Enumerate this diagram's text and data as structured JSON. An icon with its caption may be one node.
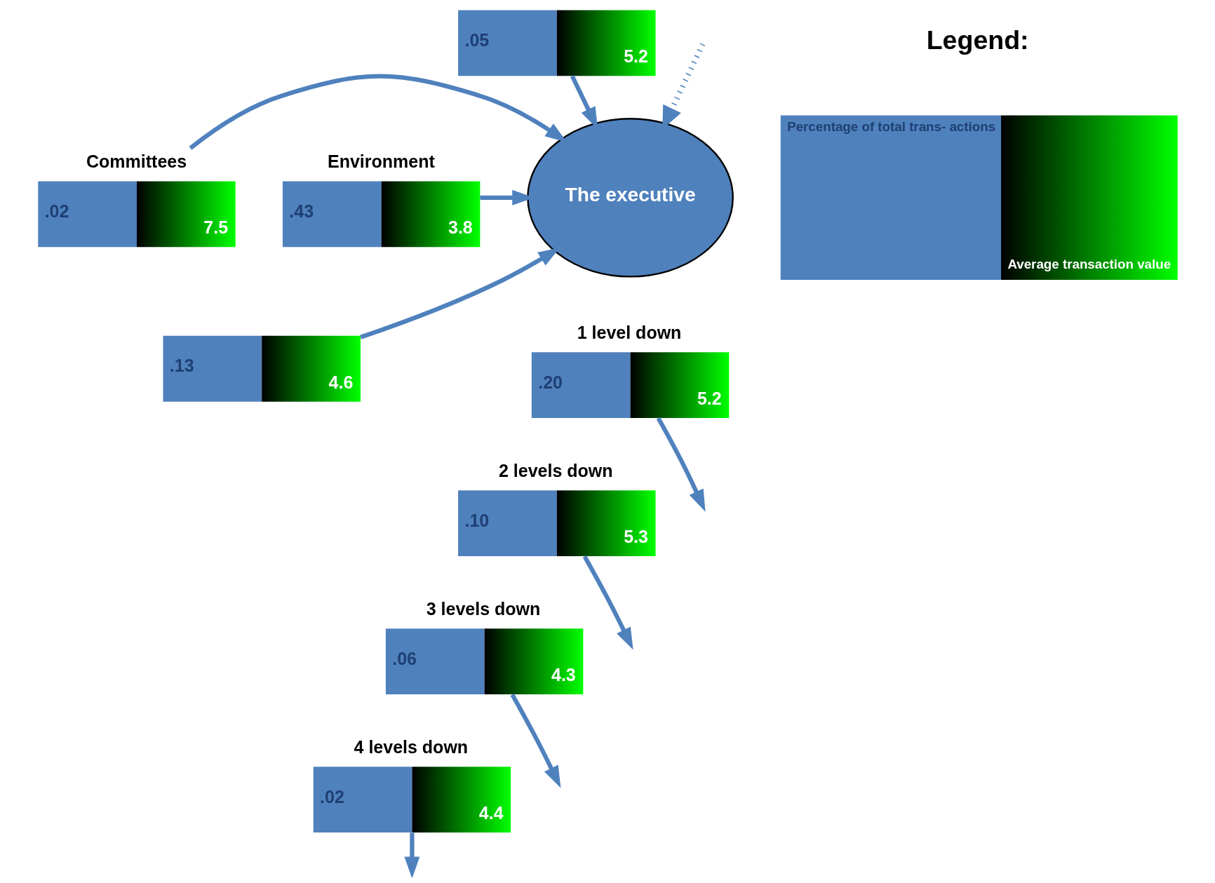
{
  "diagram": {
    "nodes": [
      {
        "text": [
          ".05",
          "5.2"
        ]
      },
      {
        "text": [
          ".02",
          "7.5"
        ],
        "beside": [
          "Committees"
        ]
      },
      {
        "text": [
          ".43",
          "3.8"
        ],
        "beside": [
          "Environment"
        ]
      },
      {
        "text": [
          "The executive"
        ]
      },
      {
        "text": [
          ".13",
          "4.6"
        ]
      },
      {
        "text": [
          ".20",
          "5.2"
        ],
        "beside": [
          "1 level down"
        ]
      },
      {
        "text": [
          ".10",
          "5.3"
        ],
        "beside": [
          "2 levels down"
        ]
      },
      {
        "text": [
          ".06",
          "4.3"
        ],
        "beside": [
          "3 levels down"
        ]
      },
      {
        "text": [
          ".02",
          "4.4"
        ],
        "beside": [
          "4 levels down"
        ]
      },
      {
        "text": [
          "Percentage of total trans- actions",
          "Average transaction value"
        ]
      }
    ],
    "edges": [
      {
        "from": 0,
        "to": 3,
        "arrow": "to"
      },
      {
        "from": 1,
        "to": 3,
        "arrow": "to"
      },
      {
        "from": 2,
        "to": 3,
        "arrow": "to"
      },
      {
        "from": 4,
        "to": 3,
        "arrow": "to"
      },
      {
        "from": 5,
        "to": null,
        "arrow": "to"
      },
      {
        "from": 6,
        "to": null,
        "arrow": "to"
      },
      {
        "from": 7,
        "to": null,
        "arrow": "to"
      },
      {
        "from": 8,
        "to": null,
        "arrow": "to"
      },
      {
        "from": null,
        "to": 3,
        "arrow": "to",
        "style": "dashed"
      }
    ],
    "labels": [
      "Legend:"
    ]
  }
}
